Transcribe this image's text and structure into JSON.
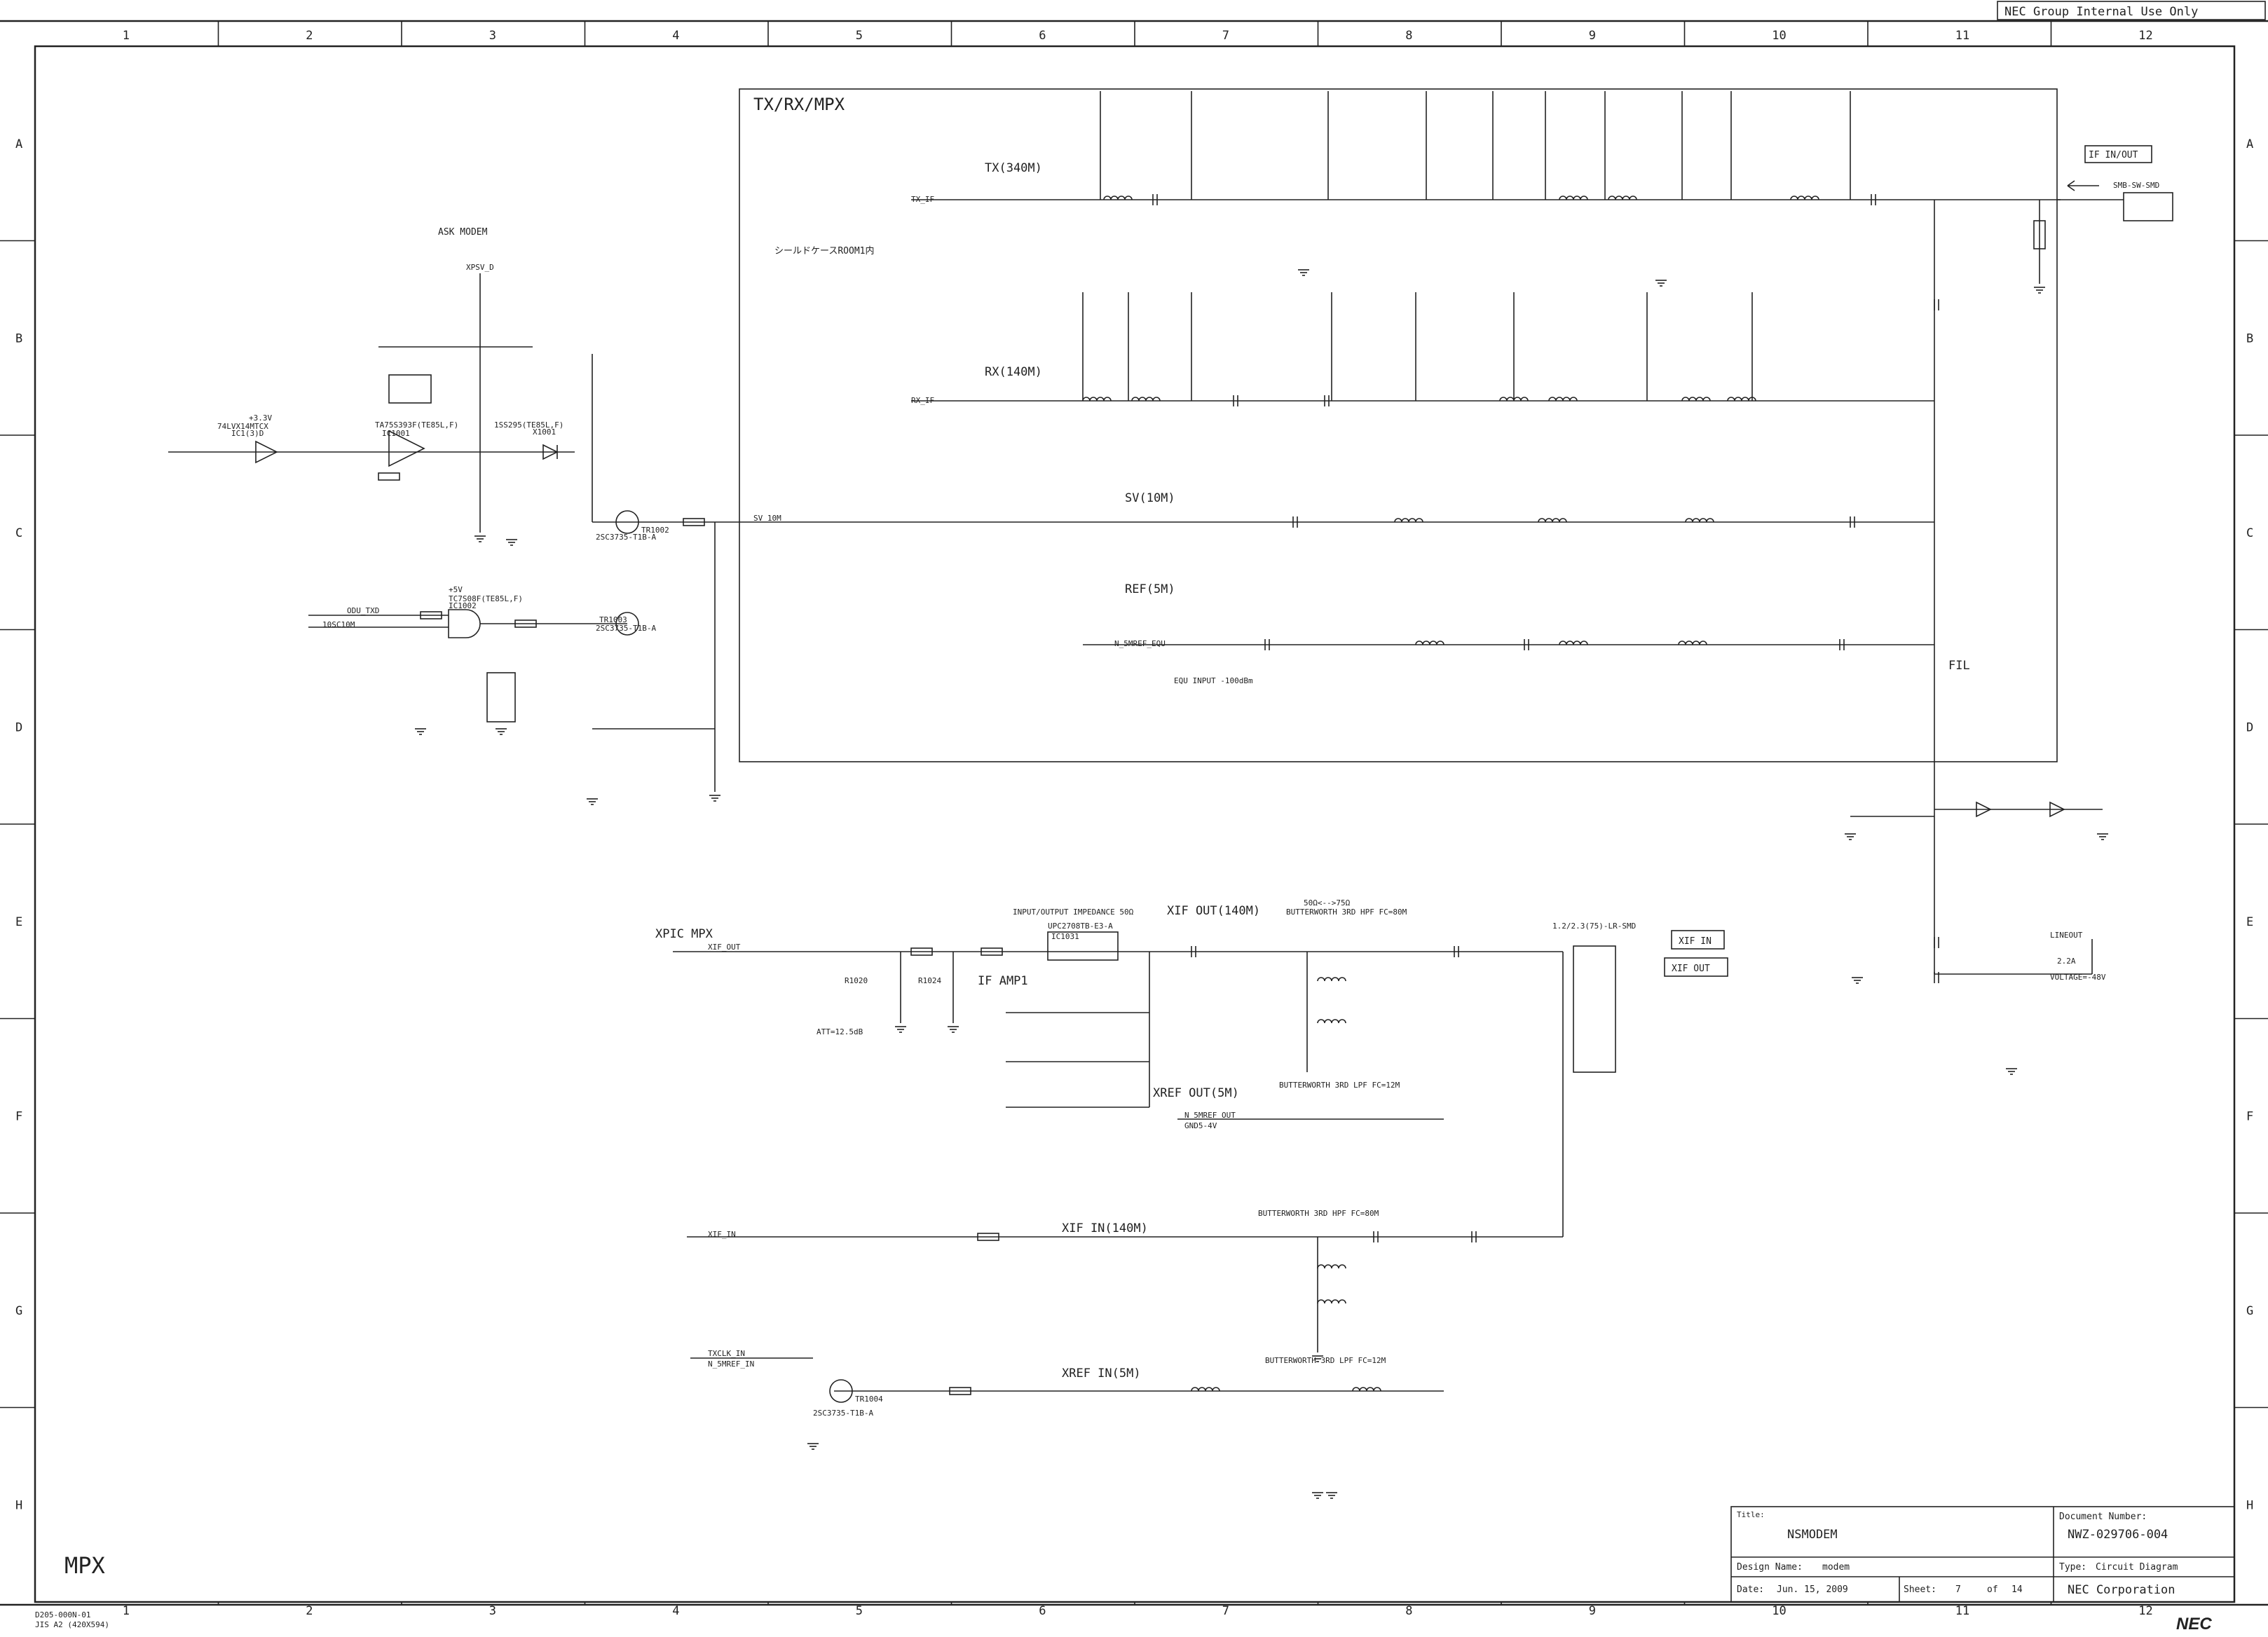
{
  "header": {
    "confidentiality": "NEC Group Internal Use Only",
    "columns": [
      "1",
      "2",
      "3",
      "4",
      "5",
      "6",
      "7",
      "8",
      "9",
      "10",
      "11",
      "12"
    ],
    "rows": [
      "A",
      "B",
      "C",
      "D",
      "E",
      "F",
      "G",
      "H"
    ]
  },
  "blocks": {
    "txrx": {
      "title": "TX/RX/MPX",
      "shield_note": "シールドケースROOM1内",
      "tx_label": "TX(340M)",
      "tx_net": "TX_IF",
      "rx_label": "RX(140M)",
      "rx_net": "RX_IF",
      "sv_label": "SV(10M)",
      "sv_net": "SV_10M",
      "ref_label": "REF(5M)",
      "ref_net": "N_5MREF_EQU",
      "equ_input": "EQU INPUT -100dBm",
      "fil_label": "FIL"
    },
    "ask": {
      "title": "ASK MODEM",
      "xpsv": "XPSV_D",
      "ic_tx": "TA75S393F(TE85L,F)",
      "ic_tx_ref": "IC1001",
      "buffer": "74LVX14MTCX",
      "buffer_ref": "IC1(3)D",
      "diode": "1SS295(TE85L,F)",
      "diode_ref": "X1001",
      "tr1": "2SC3735-T1B-A",
      "tr1_ref": "TR1002",
      "tr2": "2SC3735-T1B-A",
      "tr2_ref": "TR1003",
      "gate": "TC7S08F(TE85L,F)",
      "gate_ref": "IC1002",
      "net_odu_txd": "ODU_TXD",
      "net_10sc": "10SC10M",
      "supply_33": "+3.3V",
      "supply_5": "+5V"
    },
    "xpic": {
      "title": "XPIC MPX",
      "net_xif_out": "XIF_OUT",
      "net_xif_in": "XIF_IN",
      "net_xref": "N_5MREF_IN",
      "net_txclk": "TXCLK_IN",
      "att": "ATT=12.5dB",
      "r1020": "R1020",
      "r1024": "R1024"
    },
    "xif_out": {
      "title": "XIF OUT(140M)",
      "impedance": "INPUT/OUTPUT IMPEDANCE 50Ω",
      "butterworth": "BUTTERWORTH 3RD HPF FC=80M",
      "match": "50Ω<-->75Ω",
      "amp_label": "IF AMP1",
      "amp_ic": "UPC2708TB-E3-A",
      "amp_ref": "IC1031"
    },
    "xref_out": {
      "title": "XREF OUT(5M)",
      "butterworth": "BUTTERWORTH 3RD LPF FC=12M",
      "net": "N_5MREF_OUT",
      "gnd": "GND5-4V"
    },
    "xif_in": {
      "title": "XIF IN(140M)",
      "butterworth": "BUTTERWORTH 3RD HPF FC=80M"
    },
    "xref_in": {
      "title": "XREF IN(5M)",
      "butterworth": "BUTTERWORTH 3RD LPF FC=12M",
      "tr": "2SC3735-T1B-A",
      "tr_ref": "TR1004"
    },
    "connectors": {
      "if_inout": "IF IN/OUT",
      "xif_in_box": "XIF IN",
      "xif_out_box": "XIF OUT",
      "smb": "SMB-SW-SMD",
      "lineout": "LINEOUT",
      "fuse": "2.2A",
      "voltage": "VOLTAGE=-48V",
      "conn_ratio": "1.2/2.3(75)-LR-SMD"
    }
  },
  "title_block": {
    "title_label": "Title:",
    "title": "NSMODEM",
    "design_label": "Design Name:",
    "design_name": "modem",
    "date_label": "Date:",
    "date": "Jun. 15, 2009",
    "sheet_label": "Sheet:",
    "sheet": "7",
    "of_label": "of",
    "total": "14",
    "docnum_label": "Document Number:",
    "docnum": "NWZ-029706-004",
    "type_label": "Type:",
    "type": "Circuit Diagram",
    "company": "NEC Corporation",
    "logo": "NEC"
  },
  "footer": {
    "section": "MPX",
    "code": "D205-000N-01",
    "paper": "JIS A2 (420X594)"
  }
}
